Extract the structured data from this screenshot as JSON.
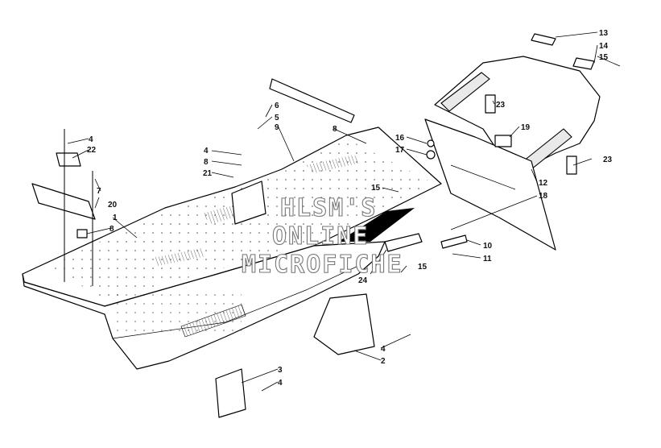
{
  "callouts": [
    "1",
    "2",
    "3",
    "4",
    "5",
    "6",
    "7",
    "8",
    "9",
    "10",
    "11",
    "12",
    "13",
    "14",
    "15",
    "16",
    "17",
    "18",
    "19",
    "20",
    "21",
    "22",
    "23",
    "24"
  ],
  "watermark": [
    "HLSM'S",
    "ONLINE",
    "MICROFICHE"
  ]
}
